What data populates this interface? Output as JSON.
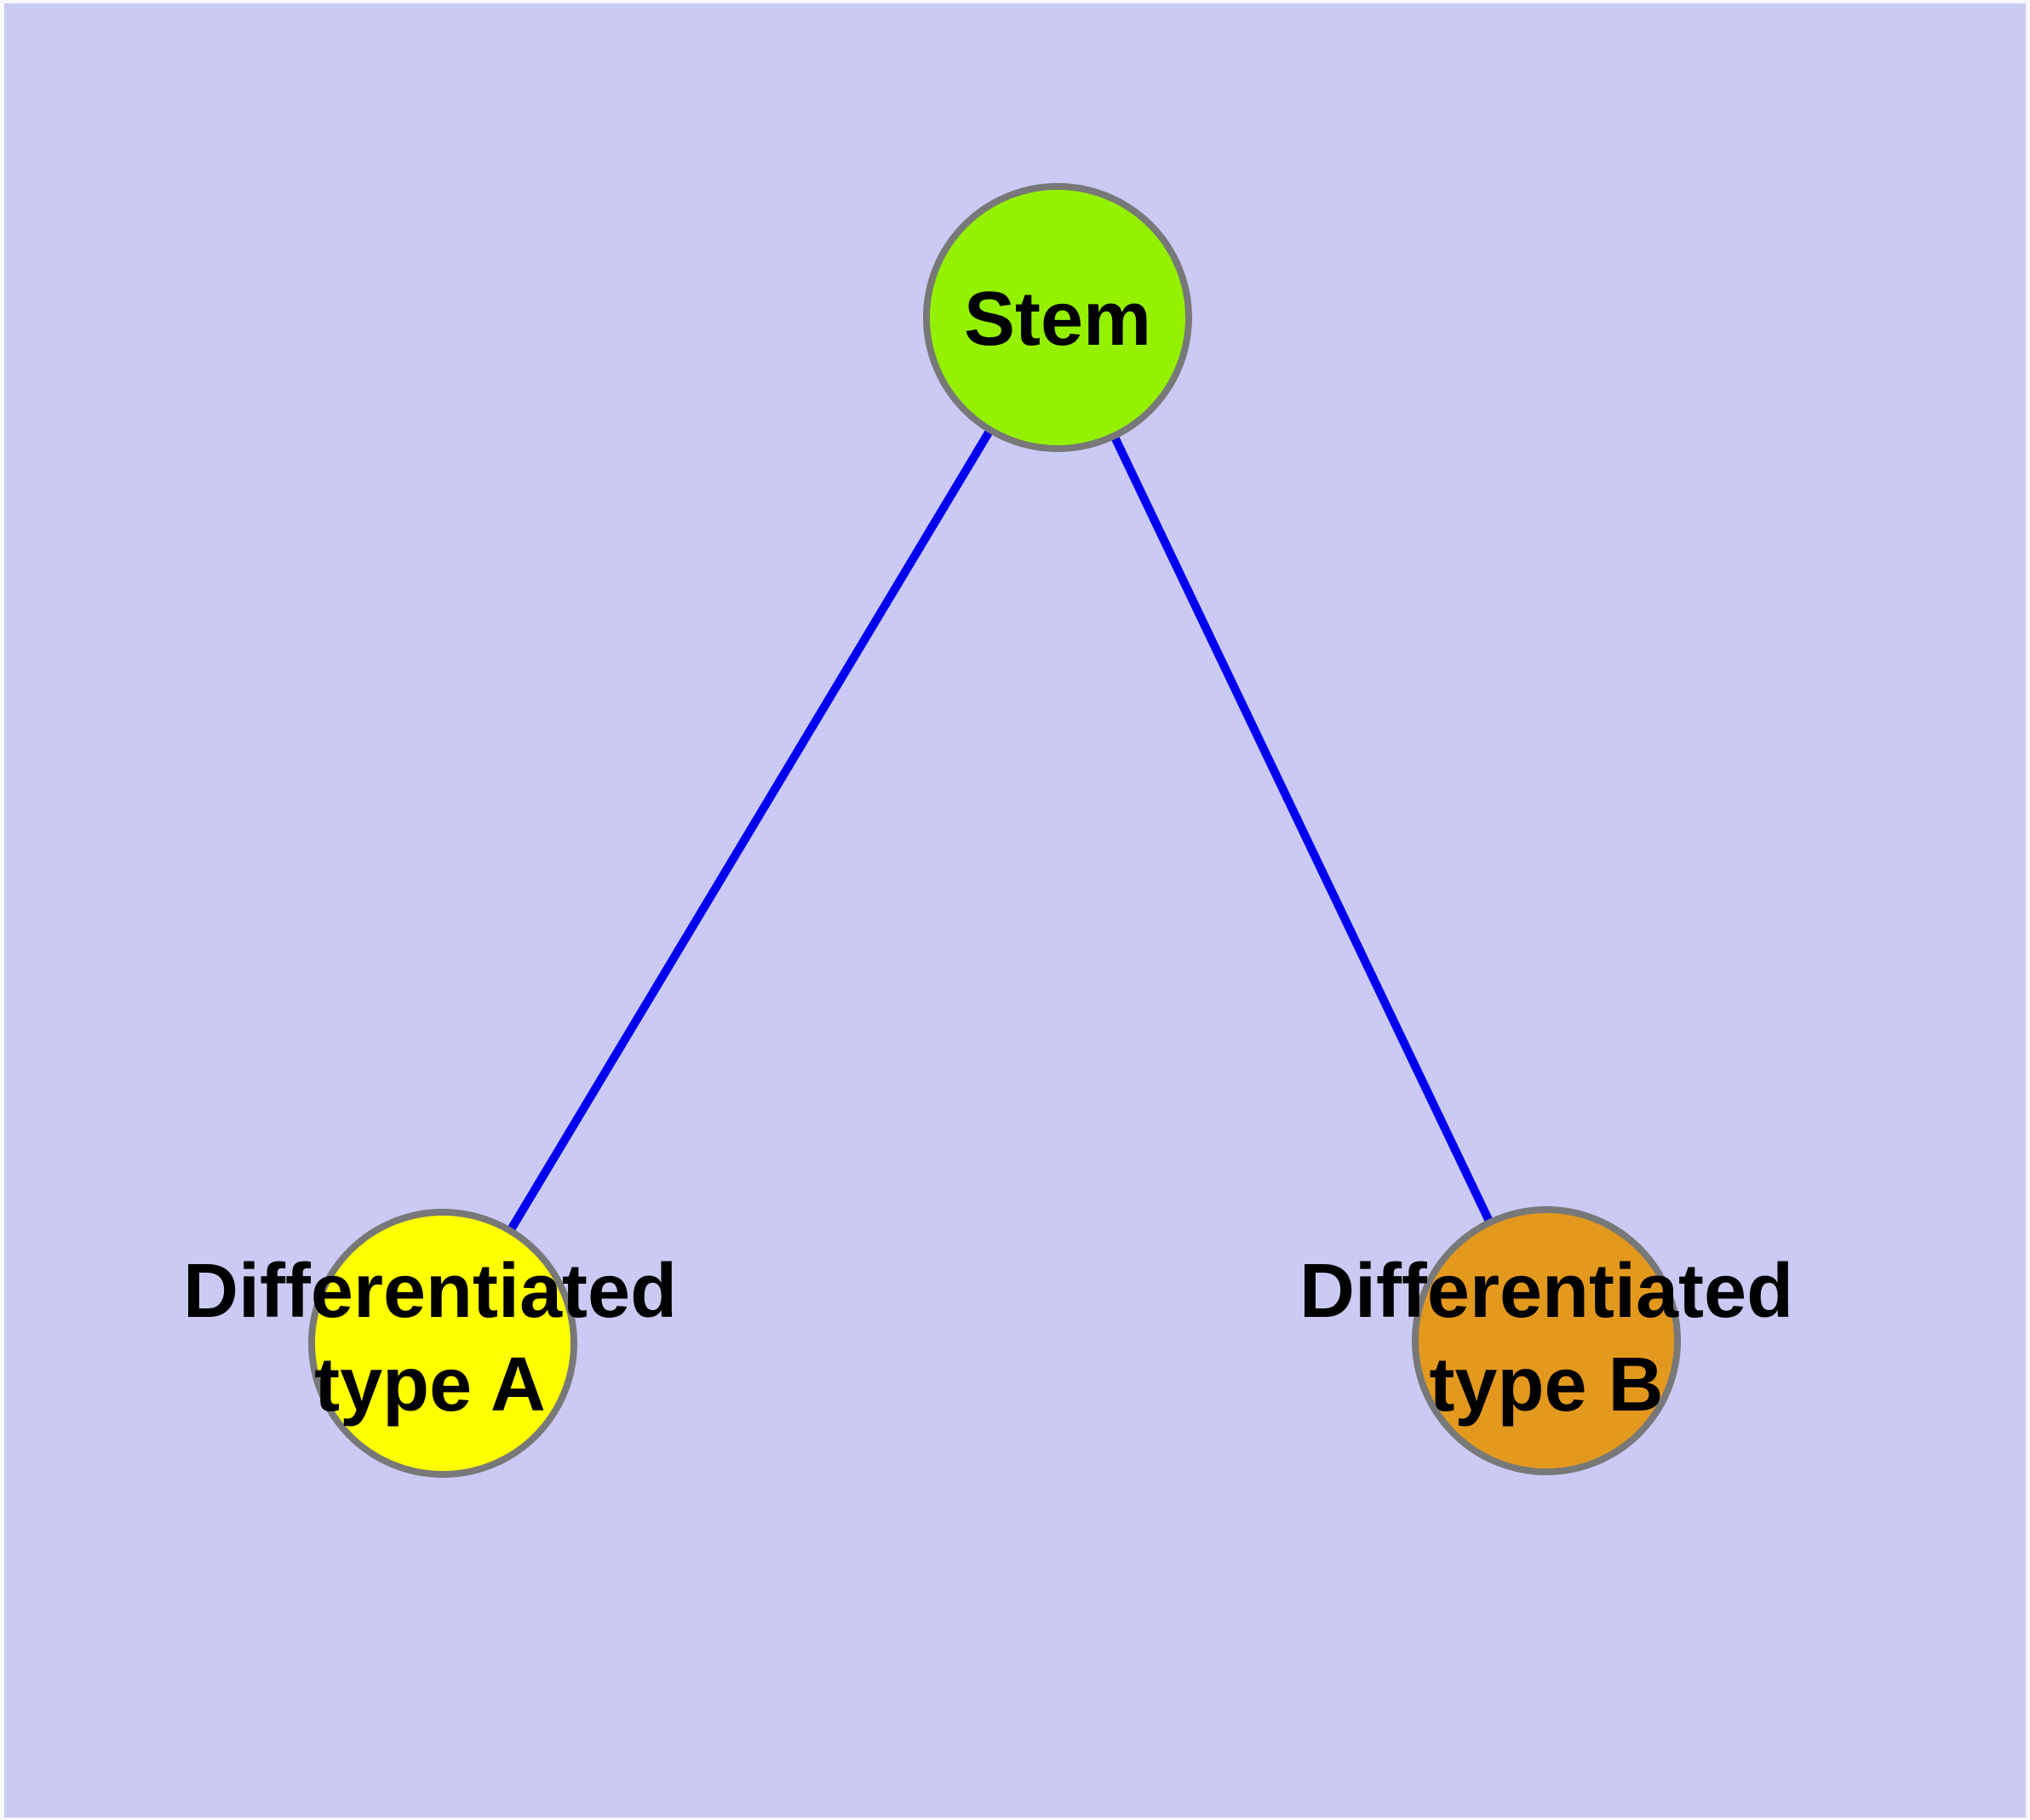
{
  "diagram": {
    "type": "graph",
    "colors": {
      "background": "#CACAF4",
      "frame": "#F8F8FC",
      "edge": "#0000EE",
      "node_border": "#787878",
      "label_text": "#000000"
    },
    "nodes": {
      "stem": {
        "label": "Stem",
        "fill": "#94F100"
      },
      "type_a": {
        "label_line1": "Differentiated",
        "label_line2": "type A",
        "fill": "#FFFF00"
      },
      "type_b": {
        "label_line1": "Differentiated",
        "label_line2": "type B",
        "fill": "#E3991E"
      }
    },
    "edges": [
      {
        "from": "Stem",
        "to": "Differentiated type A"
      },
      {
        "from": "Stem",
        "to": "Differentiated type B"
      }
    ]
  }
}
